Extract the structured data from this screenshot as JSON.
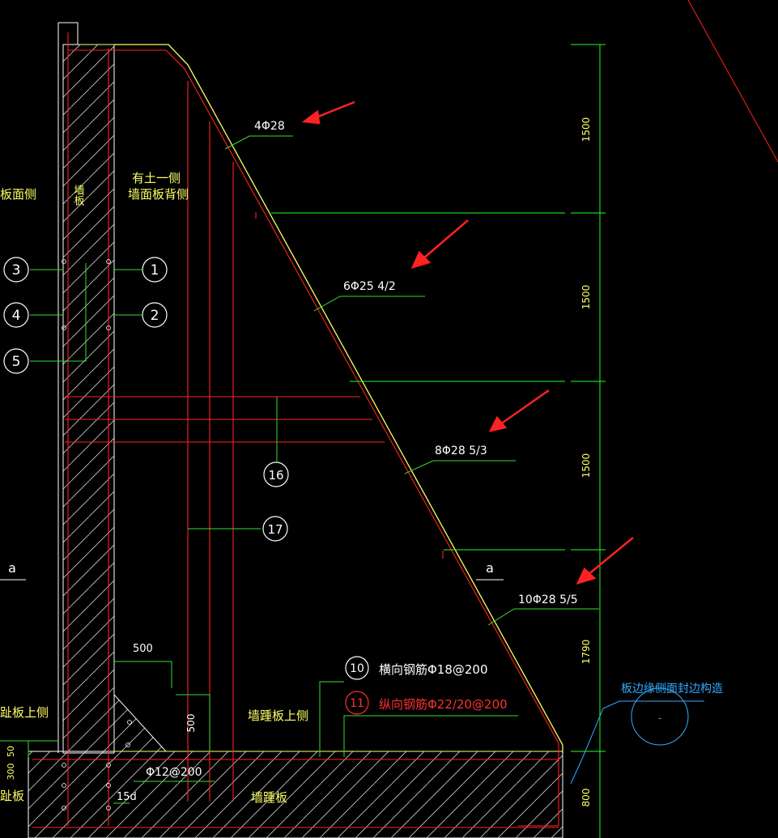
{
  "colors": {
    "background": "#000000",
    "concrete_outline": "#ffffff",
    "hatch": "#d0d0d0",
    "rebar_red": "#ff2020",
    "wall_yellow": "#ffff60",
    "dimension_green": "#20ff20",
    "leader_green": "#33dd33",
    "label_white": "#ffffff",
    "label_yellow": "#ffff66",
    "label_red": "#ff3030",
    "label_cyan": "#33aaff",
    "arrow_red": "#ff2222"
  },
  "labels": {
    "wall_outer_left": "板面侧",
    "wall_inner": "墙板",
    "fill_side_line1": "有土一侧",
    "fill_side_line2": "墙面板背侧",
    "heel_top": "墙踵板上侧",
    "heel_slab": "墙踵板",
    "toe_top": "趾板上侧",
    "toe_slab": "趾板",
    "section_a_left": "a",
    "section_a_right": "a",
    "edge_note": "板边缘侧面封边构造",
    "edge_note_circle": "-"
  },
  "rebar_callouts": {
    "r1": "4Φ28",
    "r2": "6Φ25 4/2",
    "r3": "8Φ28 5/3",
    "r4": "10Φ28 5/5",
    "stirrup": "Φ12@200",
    "anchor": "15d",
    "transverse": "横向钢筋Φ18@200",
    "longitudinal": "纵向钢筋Φ22/20@200"
  },
  "markers": {
    "m1": "1",
    "m2": "2",
    "m3": "3",
    "m4": "4",
    "m5": "5",
    "m10": "10",
    "m11": "11",
    "m16": "16",
    "m17": "17"
  },
  "dimensions": {
    "seg1": "1500",
    "seg2": "1500",
    "seg3": "1500",
    "seg4": "1790",
    "bottom": "800",
    "width_500": "500",
    "height_500": "500",
    "left_50": "50",
    "left_300": "300"
  }
}
